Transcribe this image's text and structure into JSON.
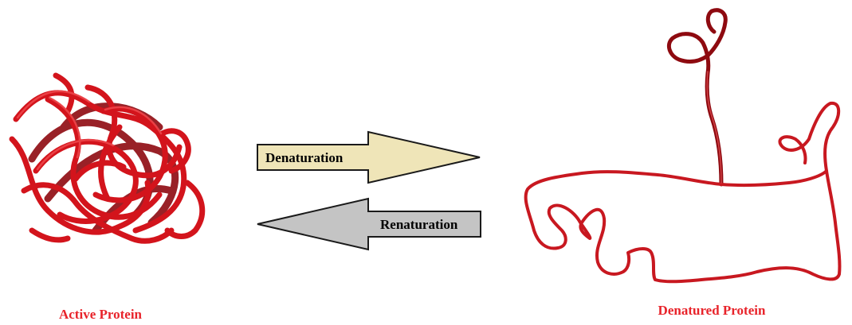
{
  "labels": {
    "active": "Active Protein",
    "denatured": "Denatured Protein"
  },
  "arrows": {
    "forward": {
      "label": "Denaturation",
      "color": "#efe5b8"
    },
    "reverse": {
      "label": "Renaturation",
      "color": "#c4c4c4"
    }
  },
  "colors": {
    "protein": "#d3141c",
    "protein_dark": "#8e0a10",
    "caption": "#e8232a"
  }
}
